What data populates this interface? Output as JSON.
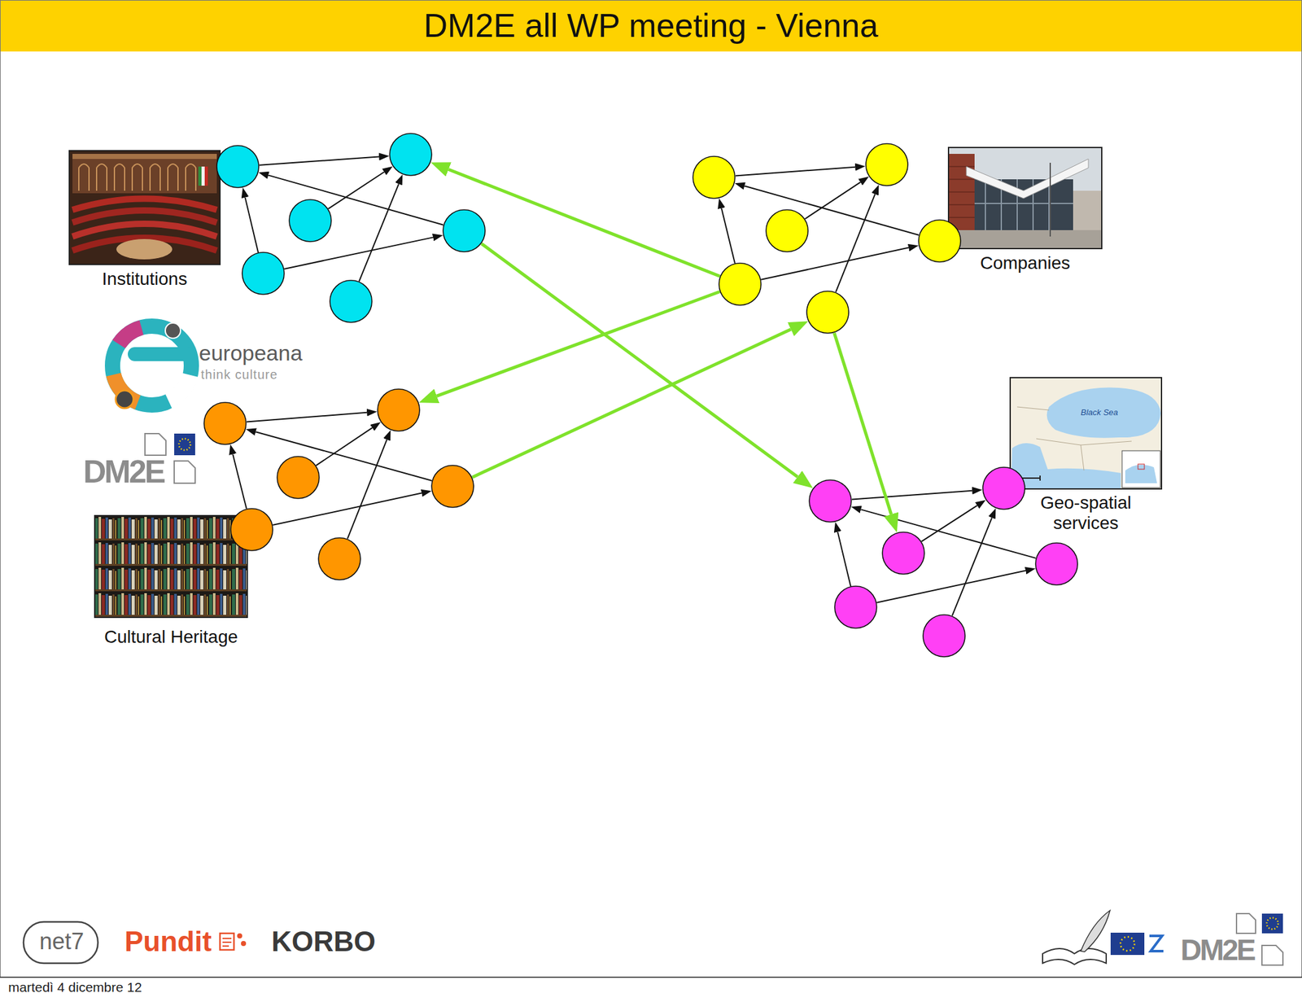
{
  "diagram": {
    "title": "DM2E all WP meeting - Vienna",
    "nodes": [
      {
        "text": [
          "Institutions"
        ]
      },
      {
        "text": []
      },
      {
        "text": []
      },
      {
        "text": []
      },
      {
        "text": []
      },
      {
        "text": []
      },
      {
        "text": []
      },
      {
        "text": [
          "Companies"
        ]
      },
      {
        "text": []
      },
      {
        "text": []
      },
      {
        "text": []
      },
      {
        "text": []
      },
      {
        "text": []
      },
      {
        "text": []
      },
      {
        "text": [
          "Cultural Heritage"
        ]
      },
      {
        "text": []
      },
      {
        "text": []
      },
      {
        "text": []
      },
      {
        "text": []
      },
      {
        "text": []
      },
      {
        "text": []
      },
      {
        "text": [
          "Geo-spatial services"
        ]
      },
      {
        "text": []
      },
      {
        "text": []
      },
      {
        "text": []
      },
      {
        "text": []
      },
      {
        "text": []
      },
      {
        "text": []
      }
    ],
    "edges": [
      {
        "from": 1,
        "to": 2,
        "arrow": "to"
      },
      {
        "from": 4,
        "to": 1,
        "arrow": "to"
      },
      {
        "from": 3,
        "to": 2,
        "arrow": "to"
      },
      {
        "from": 5,
        "to": 1,
        "arrow": "to"
      },
      {
        "from": 5,
        "to": 4,
        "arrow": "to"
      },
      {
        "from": 6,
        "to": 2,
        "arrow": "to"
      },
      {
        "from": 8,
        "to": 9,
        "arrow": "to"
      },
      {
        "from": 11,
        "to": 8,
        "arrow": "to"
      },
      {
        "from": 10,
        "to": 9,
        "arrow": "to"
      },
      {
        "from": 12,
        "to": 8,
        "arrow": "to"
      },
      {
        "from": 12,
        "to": 11,
        "arrow": "to"
      },
      {
        "from": 13,
        "to": 9,
        "arrow": "to"
      },
      {
        "from": 15,
        "to": 16,
        "arrow": "to"
      },
      {
        "from": 18,
        "to": 15,
        "arrow": "to"
      },
      {
        "from": 17,
        "to": 16,
        "arrow": "to"
      },
      {
        "from": 19,
        "to": 15,
        "arrow": "to"
      },
      {
        "from": 19,
        "to": 18,
        "arrow": "to"
      },
      {
        "from": 20,
        "to": 16,
        "arrow": "to"
      },
      {
        "from": 22,
        "to": 23,
        "arrow": "to"
      },
      {
        "from": 25,
        "to": 22,
        "arrow": "to"
      },
      {
        "from": 24,
        "to": 23,
        "arrow": "to"
      },
      {
        "from": 26,
        "to": 22,
        "arrow": "to"
      },
      {
        "from": 26,
        "to": 25,
        "arrow": "to"
      },
      {
        "from": 27,
        "to": 23,
        "arrow": "to"
      },
      {
        "from": 12,
        "to": 2,
        "arrow": "to"
      },
      {
        "from": 4,
        "to": 22,
        "arrow": "to"
      },
      {
        "from": 12,
        "to": 16,
        "arrow": "to"
      },
      {
        "from": 18,
        "to": 13,
        "arrow": "to"
      },
      {
        "from": 13,
        "to": 24,
        "arrow": "to"
      }
    ],
    "labels": [
      "europeana",
      "think culture",
      "DM2E",
      "Black Sea",
      "net7",
      "Pundit",
      "KORBO",
      "DM2E",
      "martedì 4 dicembre 12"
    ]
  }
}
